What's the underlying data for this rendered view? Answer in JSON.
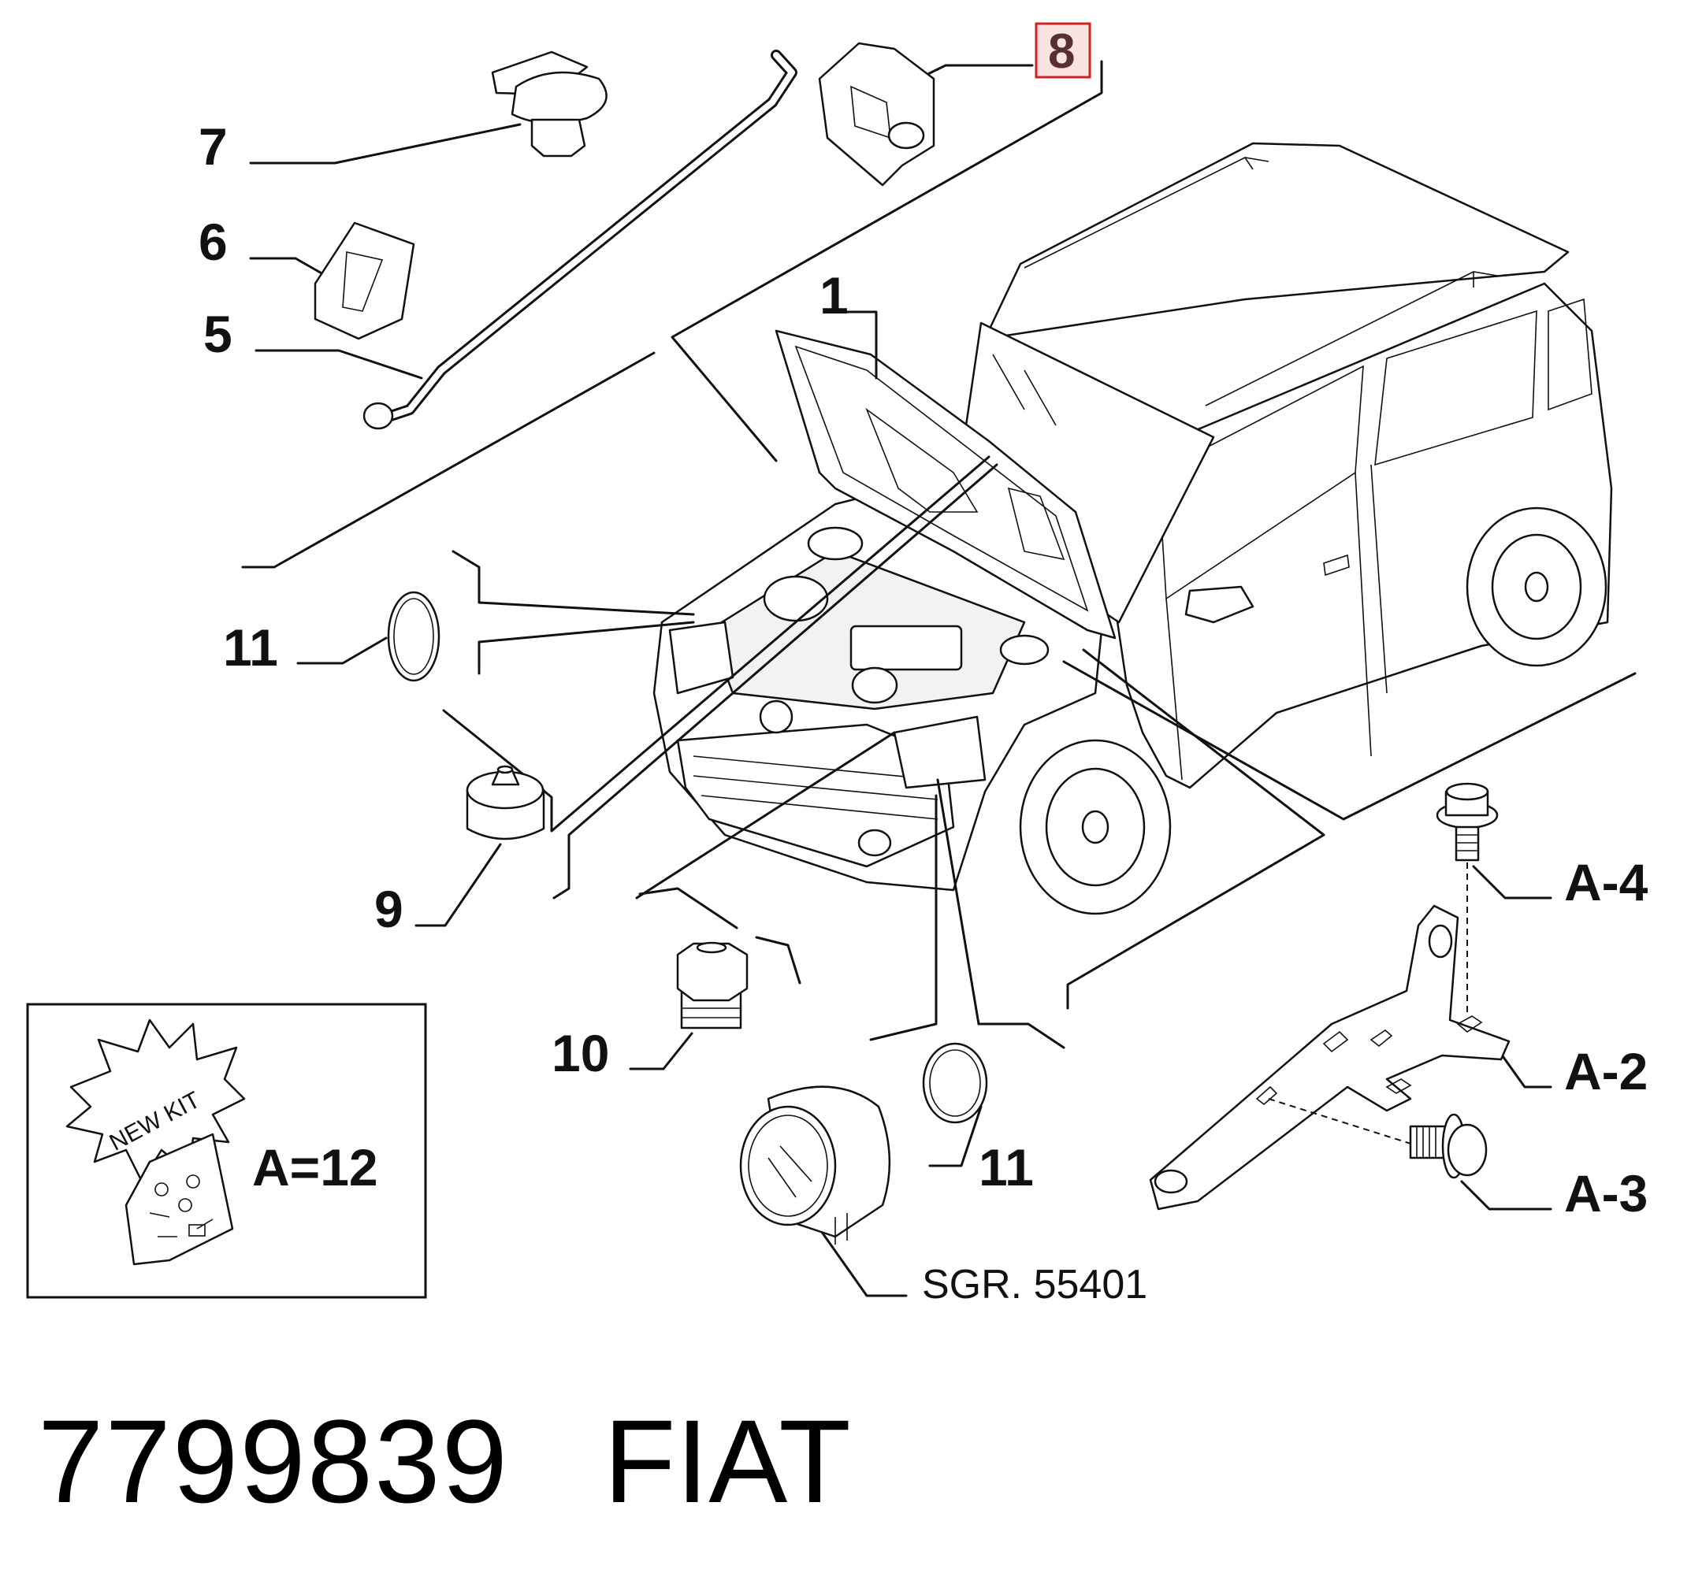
{
  "callouts": {
    "c1": "1",
    "c5": "5",
    "c6": "6",
    "c7": "7",
    "c8": "8",
    "c9": "9",
    "c10": "10",
    "c11a": "11",
    "c11b": "11",
    "a4": "A-4",
    "a2": "A-2",
    "a3": "A-3",
    "kit_count": "A=12"
  },
  "kit_badge": "NEW KIT",
  "reference": "SGR. 55401",
  "part_number": "7799839",
  "brand": "FIAT",
  "colors": {
    "highlight_fill": "#f9e3e3",
    "highlight_stroke": "#cc2222"
  }
}
